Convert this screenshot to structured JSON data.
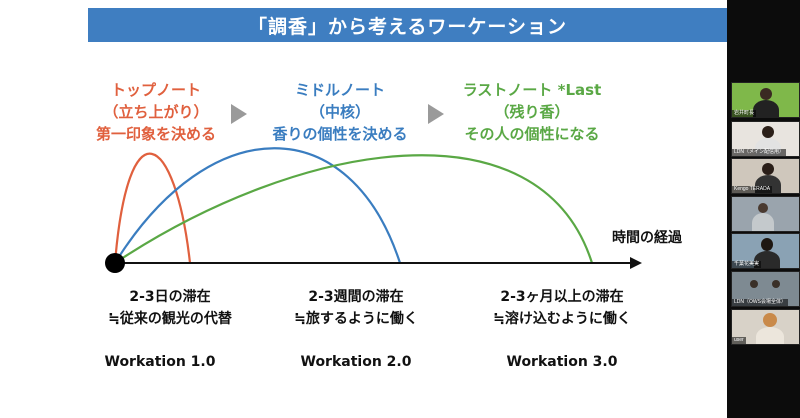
{
  "slide": {
    "title": "「調香」から考えるワーケーション",
    "notes": [
      {
        "name": "トップノート",
        "sub": "（立ち上がり）",
        "desc": "第一印象を決める",
        "color": "#e0603e"
      },
      {
        "name": "ミドルノート",
        "sub": "（中核）",
        "desc": "香りの個性を決める",
        "color": "#3a7dc0"
      },
      {
        "name": "ラストノート *Last",
        "sub": "（残り香）",
        "desc": "その人の個性になる",
        "color": "#5aa845"
      }
    ],
    "axis_label": "時間の経過",
    "stages": [
      {
        "line1": "2-3日の滞在",
        "line2": "≒従来の観光の代替",
        "workation": "Workation  1.0"
      },
      {
        "line1": "2-3週間の滞在",
        "line2": "≒旅するように働く",
        "workation": "Workation 2.0"
      },
      {
        "line1": "2-3ヶ月以上の滞在",
        "line2": "≒溶け込むように働く",
        "workation": "Workation 3.0"
      }
    ],
    "accent_color": "#3f7ec1"
  },
  "participants": [
    {
      "name": "岩井町長",
      "bg": "#7fb84a"
    },
    {
      "name": "LDN（メイン配信用）",
      "bg": "#e8e4df"
    },
    {
      "name": "Kengo TERADA",
      "bg": "#cfc7bc"
    },
    {
      "name": "",
      "bg": "#9aa4ad"
    },
    {
      "name": "千葉花美実",
      "bg": "#8aa2b4"
    },
    {
      "name": "LDN（OWS会場全体）",
      "bg": "#7e8a92"
    },
    {
      "name": "user",
      "bg": "#d8d2c8"
    }
  ]
}
